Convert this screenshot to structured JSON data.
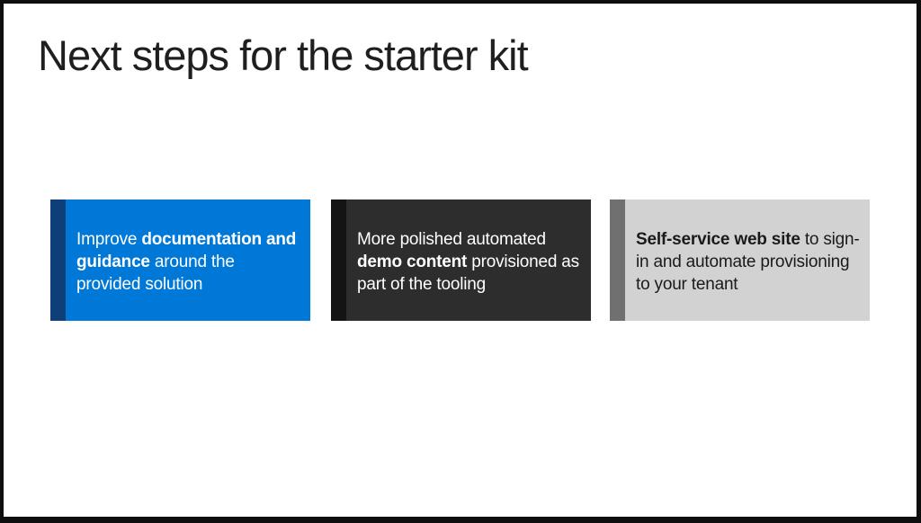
{
  "slide": {
    "title": "Next steps for the starter kit"
  },
  "cards": [
    {
      "background": "#0078d7",
      "accent": "#0e3f79",
      "text_color": "#ffffff",
      "pre": "Improve ",
      "bold": "documentation and guidance",
      "post": " around the provided solution"
    },
    {
      "background": "#2d2d2d",
      "accent": "#141414",
      "text_color": "#ffffff",
      "pre": "More polished automated ",
      "bold": "demo content",
      "post": " provisioned as part of the tooling"
    },
    {
      "background": "#d2d2d2",
      "accent": "#707070",
      "text_color": "#1a1a1a",
      "pre": "",
      "bold": "Self-service web site",
      "post": " to sign-in and automate provisioning to your tenant"
    }
  ]
}
